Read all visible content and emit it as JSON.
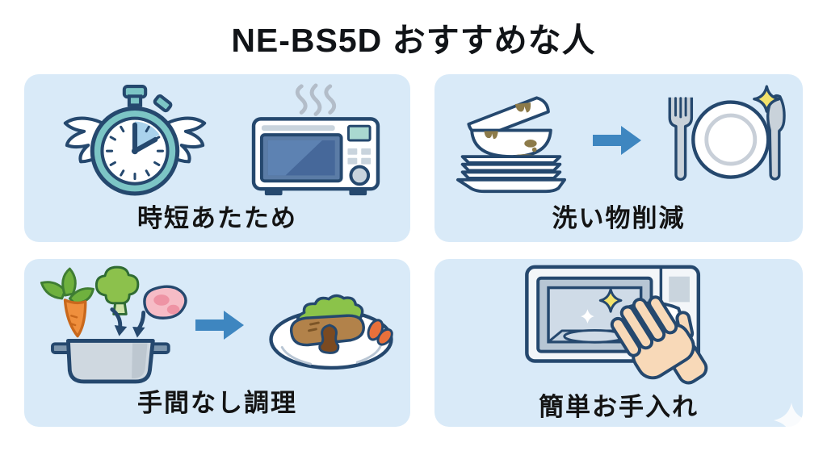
{
  "title": "NE-BS5D おすすめな人",
  "panels": [
    {
      "id": "jitan-atatame",
      "label": "時短あたため",
      "icons": [
        "winged-stopwatch-icon",
        "steaming-microwave-icon"
      ]
    },
    {
      "id": "araimono-sakugen",
      "label": "洗い物削減",
      "icons": [
        "dirty-dishes-stack-icon",
        "arrow-right-icon",
        "clean-place-setting-icon"
      ]
    },
    {
      "id": "temanashi-chori",
      "label": "手間なし調理",
      "icons": [
        "ingredients-into-pot-icon",
        "arrow-right-icon",
        "plated-meal-icon"
      ]
    },
    {
      "id": "kantan-oteire",
      "label": "簡単お手入れ",
      "icons": [
        "hand-wiping-microwave-icon",
        "corner-sparkle-icon"
      ]
    }
  ],
  "colors": {
    "panel_bg": "#d9eaf8",
    "outline_navy": "#25486e",
    "arrow_blue": "#3e86c0",
    "accent_teal": "#7cc5c5",
    "clock_wedge_blue": "#aad2ec",
    "sparkle_yellow": "#f3e26b",
    "dirty_stain_olive": "#8d7b4a",
    "skin_tone": "#f8d9b8",
    "title_text": "#111418"
  }
}
